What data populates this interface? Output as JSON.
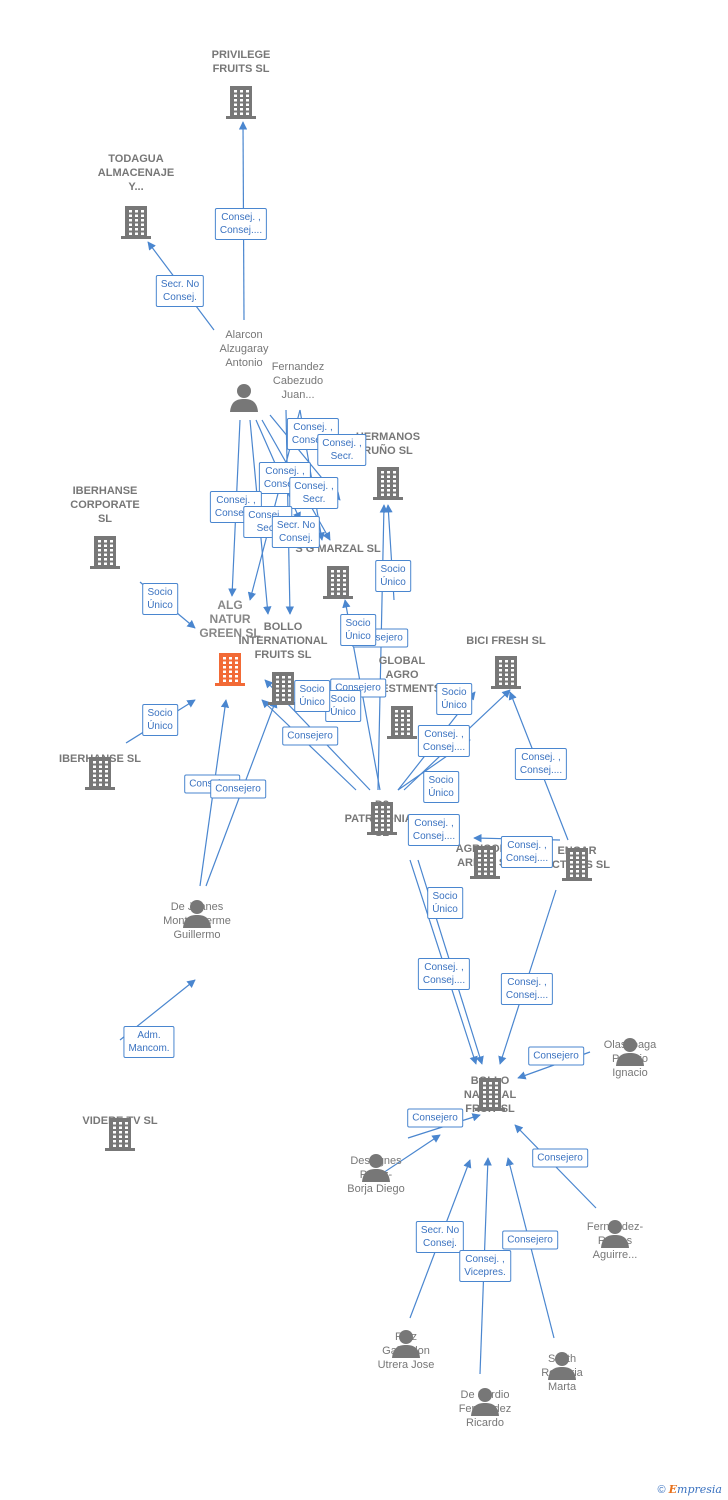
{
  "nodes": [
    {
      "id": "privilege",
      "type": "company",
      "label": "PRIVILEGE\nFRUITS  SL"
    },
    {
      "id": "todagua",
      "type": "company",
      "label": "TODAGUA\nALMACENAJE\nY..."
    },
    {
      "id": "alarcon",
      "type": "person",
      "label": "Alarcon\nAlzugaray\nAntonio"
    },
    {
      "id": "fernandez_c",
      "type": "person",
      "label": "Fernandez\nCabezudo\nJuan..."
    },
    {
      "id": "hermanos",
      "type": "company",
      "label": "HERMANOS\nRUÑO SL"
    },
    {
      "id": "iberhanse_corp",
      "type": "company",
      "label": "IBERHANSE\nCORPORATE\nSL"
    },
    {
      "id": "marzal",
      "type": "company",
      "label": "S G MARZAL SL"
    },
    {
      "id": "alg",
      "type": "main",
      "label": "ALG\nNATUR\nGREEN  SL"
    },
    {
      "id": "bollo_int",
      "type": "company",
      "label": "BOLLO\nINTERNATIONAL\nFRUITS SL"
    },
    {
      "id": "global",
      "type": "company",
      "label": "GLOBAL\nAGRO\nINVESTMENTS"
    },
    {
      "id": "bici",
      "type": "company",
      "label": "BICI FRESH  SL"
    },
    {
      "id": "iberhanse",
      "type": "company",
      "label": "IBERHANSE  SL"
    },
    {
      "id": "d3",
      "type": "company",
      "label": "D3\nPATRIMONIAL\nSL"
    },
    {
      "id": "agricola",
      "type": "company",
      "label": "AGRICOLA\nAREKA SL"
    },
    {
      "id": "encar",
      "type": "company",
      "label": "ENCAR\nACTIVOS  SL"
    },
    {
      "id": "dejuanes",
      "type": "person",
      "label": "De Juanes\nMontmeterme\nGuillermo"
    },
    {
      "id": "videre",
      "type": "company",
      "label": "VIDERE TV  SL"
    },
    {
      "id": "olascoaga",
      "type": "person",
      "label": "Olascoaga\nPalacio\nIgnacio"
    },
    {
      "id": "bollo_nat",
      "type": "company",
      "label": "BOLLO\nNATURAL\nFRUIT  SL"
    },
    {
      "id": "desvignes",
      "type": "person",
      "label": "Desvignes\nPerez-\nBorja Diego"
    },
    {
      "id": "fernandez_r",
      "type": "person",
      "label": "Fernandez-\nRubies\nAguirre..."
    },
    {
      "id": "ruiz",
      "type": "person",
      "label": "Ruiz\nGallardon\nUtrera Jose"
    },
    {
      "id": "smith",
      "type": "person",
      "label": "Smith\nRenteria\nMarta"
    },
    {
      "id": "deserdio",
      "type": "person",
      "label": "De Serdio\nFernandez\nRicardo"
    }
  ],
  "edge_labels": [
    "Consej. ,\nConsej....",
    "Secr.  No\nConsej.",
    "Consej. ,\nConsej....",
    "Consej. ,\nSecr.",
    "Consej. ,\nConsej....",
    "Consej. ,\nSecr.",
    "Consej. ,\nConsej....",
    "Consej. ,\nSecr.",
    "Secr.  No\nConsej.",
    "Socio\nÚnico",
    "Socio\nÚnico",
    "Socio\nÚnico",
    "Consejero",
    "Socio\nÚnico",
    "Consejero",
    "Socio\nÚnico",
    "Socio\nÚnico",
    "Consejero",
    "Socio\nÚnico",
    "Consej. ,\nConsej....",
    "Consejero",
    "Consejero",
    "Consej. ,\nConsej....",
    "Socio\nÚnico",
    "Consej. ,\nConsej....",
    "Consej. ,\nConsej....",
    "Socio\nÚnico",
    "Consej. ,\nConsej....",
    "Consej. ,\nConsej....",
    "Adm.\nMancom.",
    "Consejero",
    "Consejero",
    "Consejero",
    "Secr.  No\nConsej.",
    "Consej. ,\nVicepres.",
    "Consejero"
  ],
  "footer": {
    "copyright": "©",
    "brand_initial": "E",
    "brand_rest": "mpresia"
  },
  "colors": {
    "edge": "#4a86cf",
    "company_icon": "#777777",
    "main_icon": "#f26a36",
    "person_icon": "#777777"
  }
}
